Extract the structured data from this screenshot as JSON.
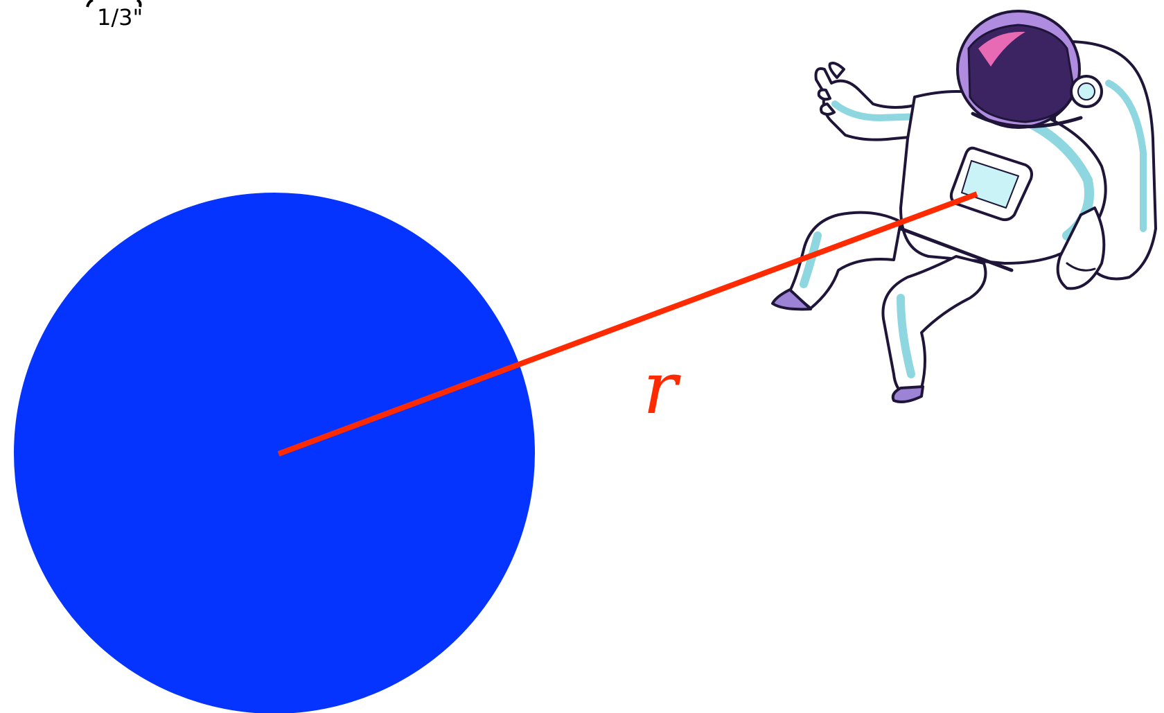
{
  "scale": {
    "label": "1/3\""
  },
  "diagram": {
    "radius_label": "r",
    "colors": {
      "planet": "#0533ff",
      "radius_line": "#ff2a00",
      "suit": "#ffffff",
      "suit_shade": "#c9f3f6",
      "outline": "#1e1538",
      "visor": "#3c2463",
      "helmet": "#b08ce0",
      "visor_glow": "#e86ab4",
      "boots": "#9d83d6"
    },
    "icons": [
      "planet-circle",
      "astronaut-illustration"
    ]
  }
}
